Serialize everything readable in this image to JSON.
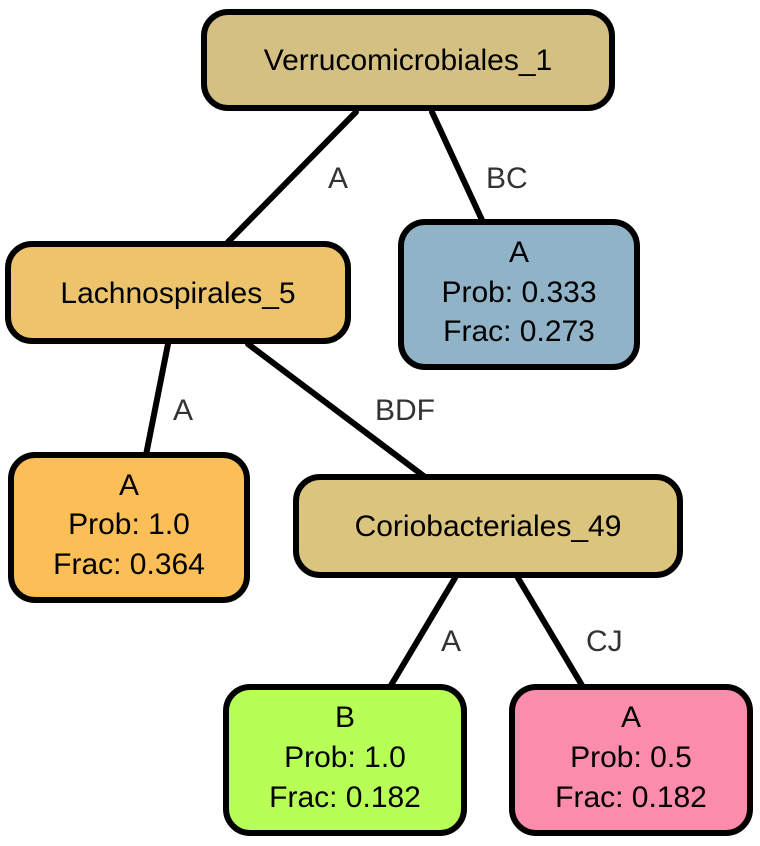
{
  "colors": {
    "verrucomicrobiales": "#d4c083",
    "lachnospirales": "#edc46b",
    "coriobacteriales": "#dbc47d",
    "leaf_a_blue": "#90b3c8",
    "leaf_a_orange": "#fcbf58",
    "leaf_b_green": "#b7ff57",
    "leaf_a_pink": "#fc8cab"
  },
  "nodes": {
    "root": {
      "label": "Verrucomicrobiales_1"
    },
    "lachno": {
      "label": "Lachnospirales_5"
    },
    "corio": {
      "label": "Coriobacteriales_49"
    },
    "leaf_bc": {
      "class": "A",
      "prob": "Prob: 0.333",
      "frac": "Frac: 0.273"
    },
    "leaf_lachno_a": {
      "class": "A",
      "prob": "Prob: 1.0",
      "frac": "Frac: 0.364"
    },
    "leaf_corio_a": {
      "class": "B",
      "prob": "Prob: 1.0",
      "frac": "Frac: 0.182"
    },
    "leaf_corio_cj": {
      "class": "A",
      "prob": "Prob: 0.5",
      "frac": "Frac: 0.182"
    }
  },
  "edges": {
    "root_lachno": "A",
    "root_leaf": "BC",
    "lachno_leaf": "A",
    "lachno_corio": "BDF",
    "corio_leaf_b": "A",
    "corio_leaf_a": "CJ"
  }
}
